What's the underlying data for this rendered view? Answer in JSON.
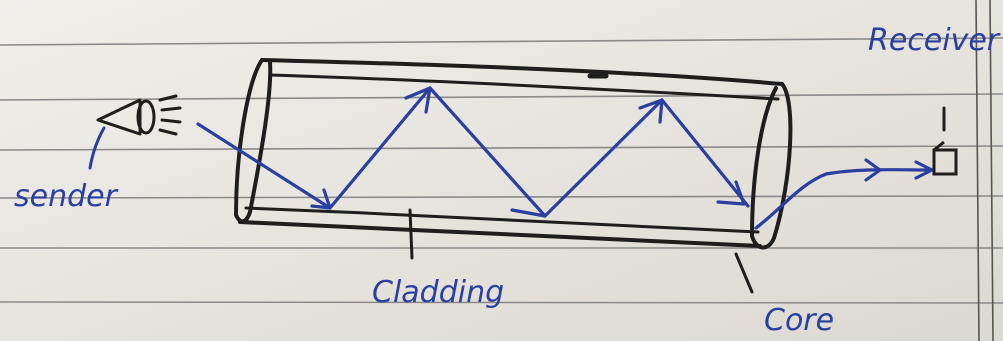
{
  "labels": {
    "sender": "sender",
    "cladding": "Cladding",
    "core": "Core",
    "receiver": "Receiver"
  },
  "colors": {
    "paper": "#e9e7e2",
    "rule_line": "#8a8a8a",
    "margin_line": "#555555",
    "pencil": "#1e1e1e",
    "ink": "#2a3fa0"
  }
}
